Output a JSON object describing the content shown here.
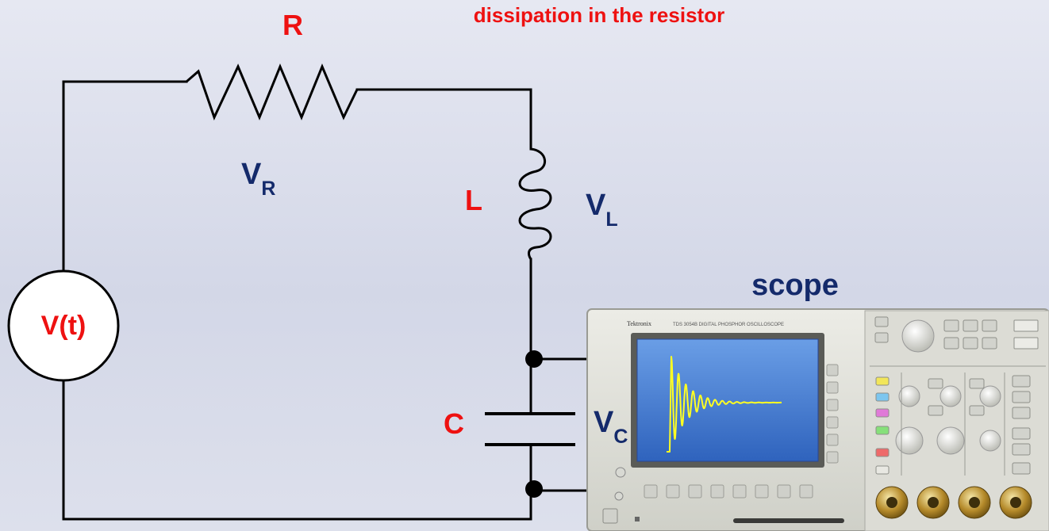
{
  "caption": "dissipation in the resistor",
  "labels": {
    "resistor": "R",
    "resistor_voltage": "V",
    "resistor_voltage_sub": "R",
    "inductor": "L",
    "inductor_voltage": "V",
    "inductor_voltage_sub": "L",
    "capacitor": "C",
    "capacitor_voltage": "V",
    "capacitor_voltage_sub": "C",
    "source": "V(t)",
    "scope": "scope"
  },
  "scope_device": {
    "brand": "Tektronix",
    "model_text": "TDS 3054B DIGITAL PHOSPHOR OSCILLOSCOPE",
    "trace_color": "#ffff22",
    "screen_color": "#4f86d6"
  },
  "colors": {
    "component_label": "#ee1111",
    "voltage_label": "#142a6b",
    "wire": "#000000"
  }
}
